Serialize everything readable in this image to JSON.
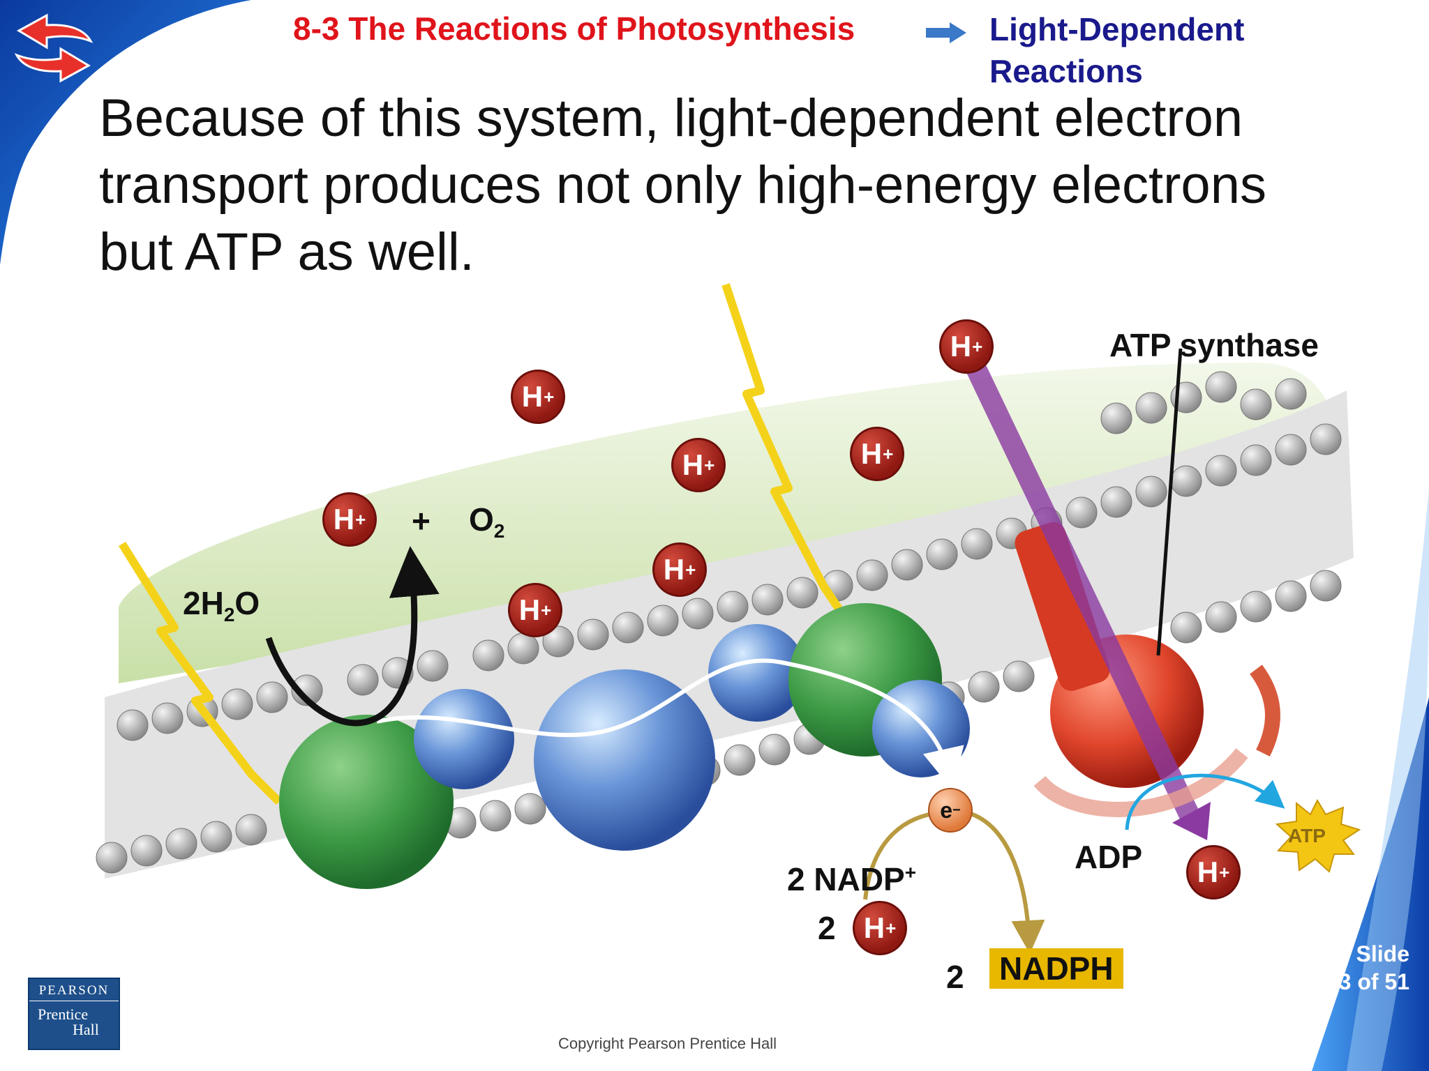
{
  "header": {
    "section_title": "8-3 The Reactions of Photosynthesis",
    "subtopic_line1": "Light-Dependent",
    "subtopic_line2": "Reactions"
  },
  "body_text": {
    "line1": "Because of this system, light-dependent electron",
    "line2": "transport produces not only high-energy electrons",
    "line3": "but ATP as well."
  },
  "diagram": {
    "h_ion_label": "H",
    "h_ion_charge": "+",
    "water_label": "2H",
    "water_sub": "2",
    "water_end": "O",
    "plus": "+",
    "oxygen_label": "O",
    "oxygen_sub": "2",
    "atp_synthase": "ATP synthase",
    "electron_label": "e",
    "electron_charge": "−",
    "nadp_coef": "2",
    "nadp_label": "NADP",
    "nadp_charge": "+",
    "h_coef": "2",
    "nadph_coef": "2",
    "nadph_label": "NADPH",
    "adp_label": "ADP",
    "atp_label": "ATP"
  },
  "footer": {
    "slide_label": "Slide",
    "slide_count": "33 of 51",
    "copyright": "Copyright Pearson Prentice Hall",
    "publisher_top": "PEARSON",
    "publisher_mid": "Prentice",
    "publisher_bot": "Hall"
  },
  "colors": {
    "header_red": "#e0141b",
    "header_blue": "#1a1a8c",
    "frame_blue": "#1e6fd9",
    "nadph_box": "#e8b700"
  }
}
